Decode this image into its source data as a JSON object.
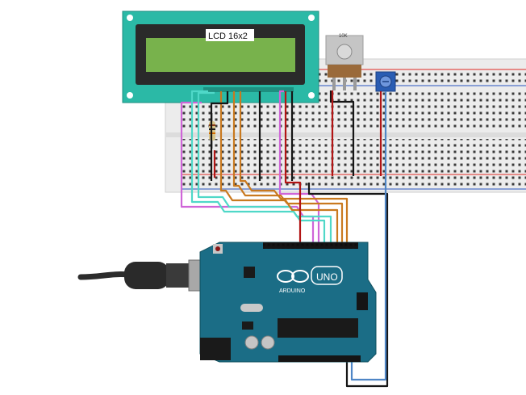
{
  "lcd": {
    "label": "LCD 16x2"
  },
  "potentiometer": {
    "label": "10K"
  },
  "arduino": {
    "brand": "ARDUINO",
    "model": "UNO"
  },
  "colors": {
    "lcd_frame": "#2bb9a6",
    "lcd_screen": "#78b24c",
    "breadboard": "#ededed",
    "rail_red": "#e2514b",
    "rail_blue": "#4f73c8",
    "board": "#1b6d86",
    "wire_pink": "#cf65d8",
    "wire_cyan": "#4fd8c8",
    "wire_orange": "#c9791f",
    "wire_red": "#b21515",
    "wire_black": "#161616",
    "wire_blue": "#4f86c6",
    "usb_cable": "#2c2c2c"
  },
  "components": [
    {
      "name": "lcd-16x2",
      "icon": "lcd-display-icon"
    },
    {
      "name": "potentiometer",
      "icon": "rotary-pot-icon"
    },
    {
      "name": "trimmer",
      "icon": "trim-pot-icon"
    },
    {
      "name": "resistor",
      "icon": "resistor-icon"
    },
    {
      "name": "breadboard",
      "icon": "breadboard-icon"
    },
    {
      "name": "arduino-uno",
      "icon": "microcontroller-icon"
    },
    {
      "name": "usb-cable",
      "icon": "usb-plug-icon"
    }
  ]
}
